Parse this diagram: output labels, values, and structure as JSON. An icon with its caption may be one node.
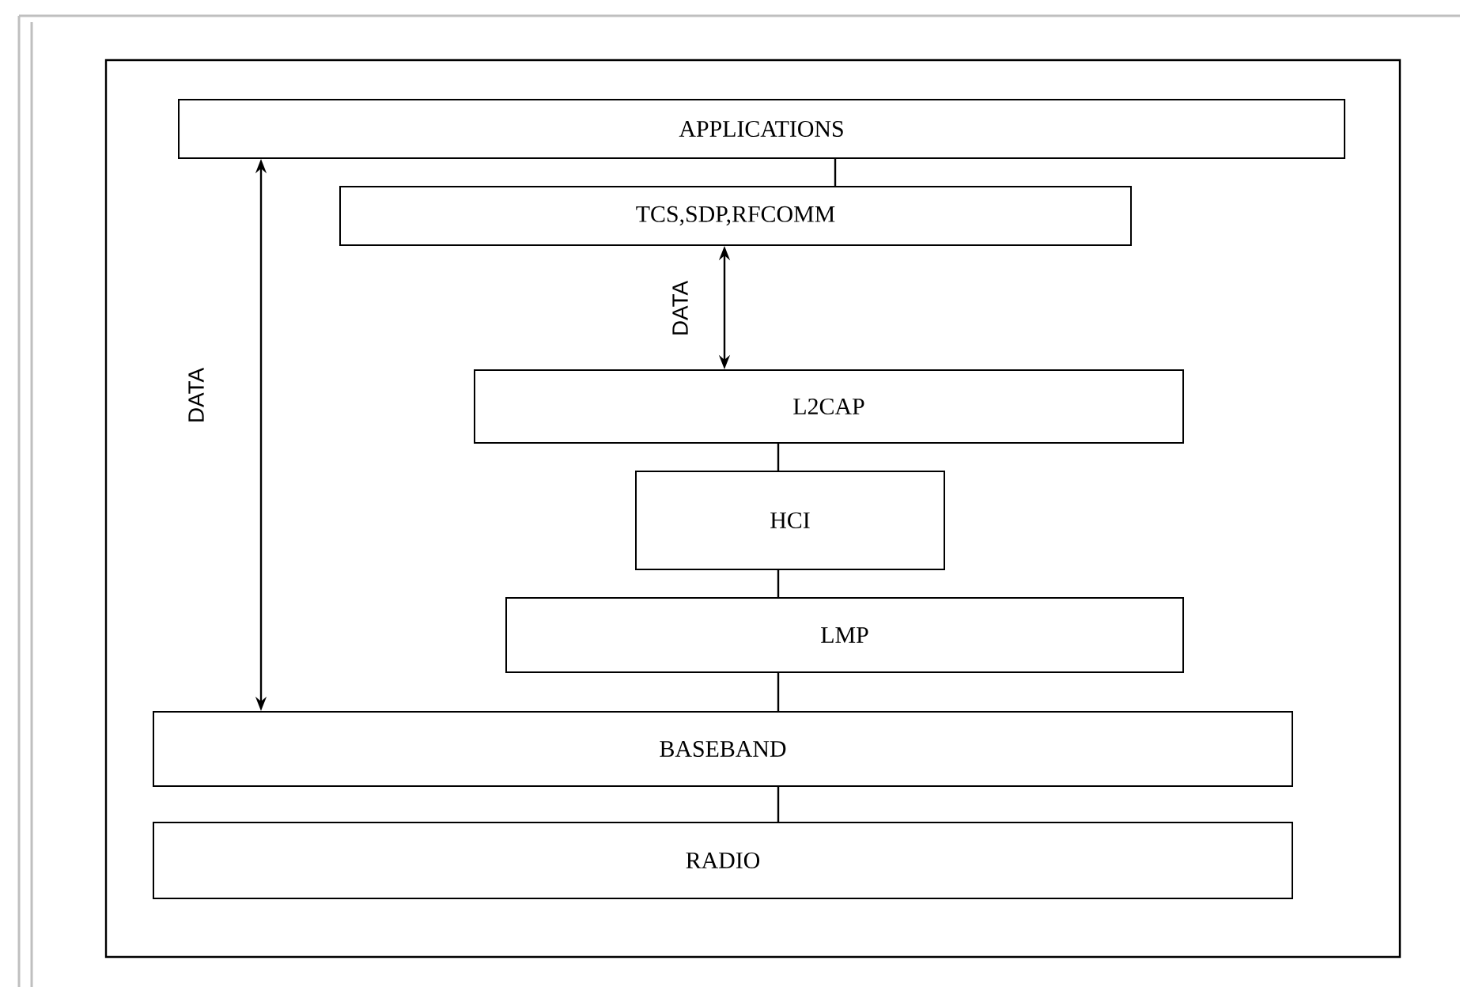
{
  "diagram": {
    "nodes": [
      {
        "text": [
          "APPLICATIONS"
        ]
      },
      {
        "text": [
          "TCS,SDP,RFCOMM"
        ]
      },
      {
        "text": [
          "L2CAP"
        ]
      },
      {
        "text": [
          "HCI"
        ]
      },
      {
        "text": [
          "LMP"
        ]
      },
      {
        "text": [
          "BASEBAND"
        ]
      },
      {
        "text": [
          "RADIO"
        ]
      }
    ],
    "edges": [
      {
        "from": 0,
        "to": 1,
        "arrow": "none"
      },
      {
        "from": 1,
        "to": 2,
        "arrow": "both",
        "label": "DATA"
      },
      {
        "from": 2,
        "to": 3,
        "arrow": "none"
      },
      {
        "from": 3,
        "to": 4,
        "arrow": "none"
      },
      {
        "from": 4,
        "to": 5,
        "arrow": "none"
      },
      {
        "from": 5,
        "to": 6,
        "arrow": "none"
      },
      {
        "from": 0,
        "to": 5,
        "arrow": "both",
        "label": "DATA"
      }
    ]
  }
}
